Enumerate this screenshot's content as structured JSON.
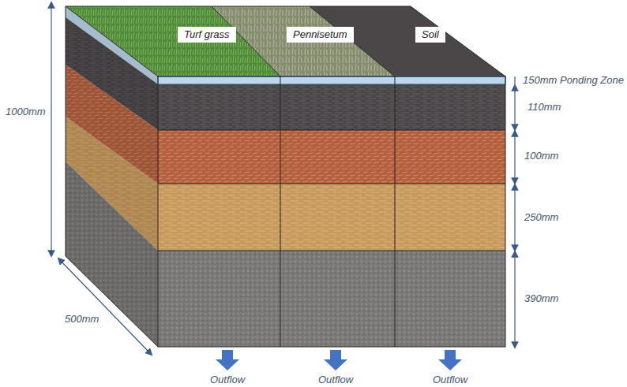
{
  "diagram": {
    "nodes": [
      {
        "text": [
          "Turf grass"
        ]
      },
      {
        "text": [
          "Pennisetum"
        ]
      },
      {
        "text": [
          "Soil"
        ]
      }
    ],
    "labels": [
      "150mm Ponding Zone",
      "110mm",
      "100mm",
      "250mm",
      "390mm",
      "1000mm",
      "500mm",
      "Outflow",
      "Outflow",
      "Outflow"
    ]
  }
}
